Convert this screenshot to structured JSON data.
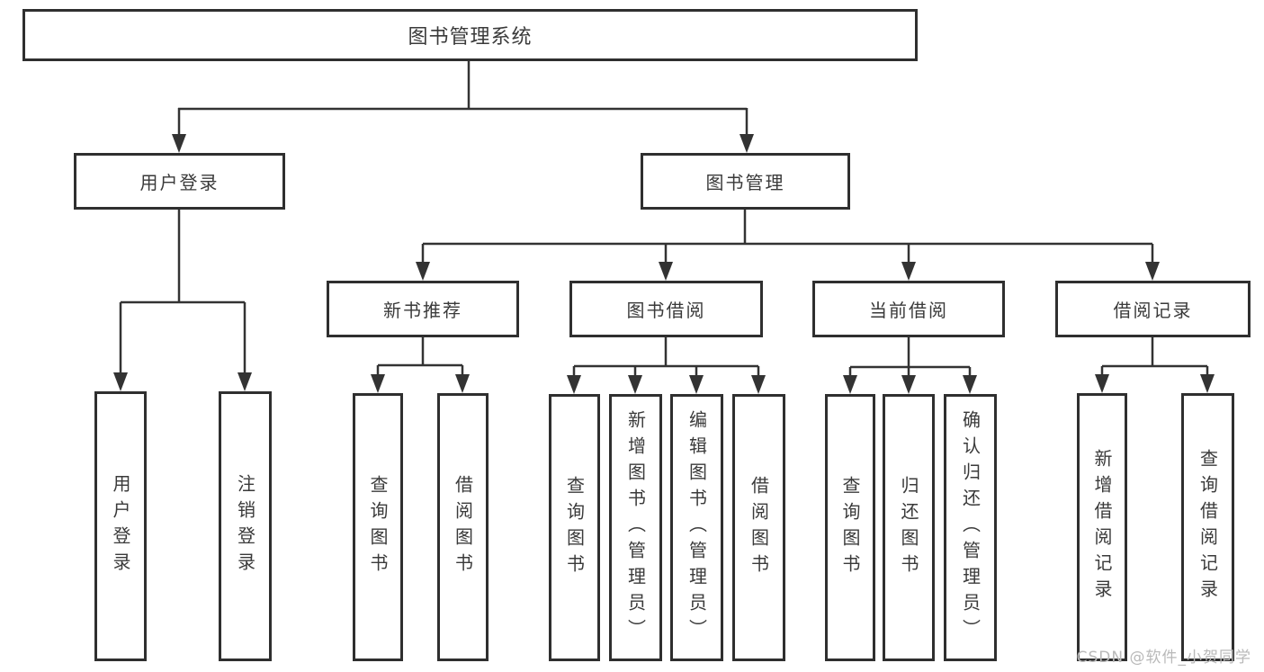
{
  "tree": {
    "label": "图书管理系统",
    "children": [
      {
        "label": "用户登录",
        "children": [
          {
            "label": "用户登录"
          },
          {
            "label": "注销登录"
          }
        ]
      },
      {
        "label": "图书管理",
        "children": [
          {
            "label": "新书推荐",
            "children": [
              {
                "label": "查询图书"
              },
              {
                "label": "借阅图书"
              }
            ]
          },
          {
            "label": "图书借阅",
            "children": [
              {
                "label": "查询图书"
              },
              {
                "label": "新增图书（管理员）"
              },
              {
                "label": "编辑图书（管理员）"
              },
              {
                "label": "借阅图书"
              }
            ]
          },
          {
            "label": "当前借阅",
            "children": [
              {
                "label": "查询图书"
              },
              {
                "label": "归还图书"
              },
              {
                "label": "确认归还（管理员）"
              }
            ]
          },
          {
            "label": "借阅记录",
            "children": [
              {
                "label": "新增借阅记录"
              },
              {
                "label": "查询借阅记录"
              }
            ]
          }
        ]
      }
    ]
  },
  "watermark": "CSDN @软件_小贺同学",
  "colors": {
    "background": "#ffffff",
    "line": "#333333",
    "box_border": "#2f2f2f",
    "text": "#3a3a3a",
    "watermark": "#b9b9b9"
  }
}
